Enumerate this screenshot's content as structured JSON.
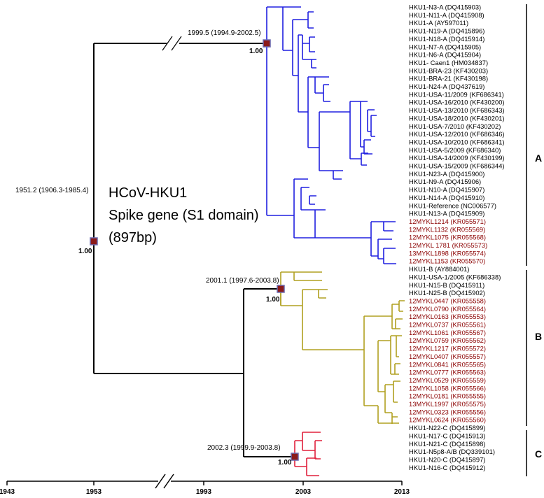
{
  "title": {
    "lines": [
      "HCoV-HKU1",
      "Spike gene (S1 domain)",
      "(897bp)"
    ]
  },
  "colors": {
    "cladeA": "#2020e0",
    "cladeB": "#b0a020",
    "cladeC": "#e0203c",
    "backbone": "#000000",
    "malaysian_label": "#8b0000",
    "node_marker": "#8b1a1a"
  },
  "node_dates": {
    "root": "1951.2 (1906.3-1985.4)",
    "cladeA": "1999.5 (1994.9-2002.5)",
    "cladeBC": "2001.1 (1997.6-2003.8)",
    "cladeC": "2002.3 (1999.9-2003.8)"
  },
  "posteriors": {
    "root": "1.00",
    "cladeA": "1.00",
    "cladeBC": "1.00",
    "cladeC": "1.00"
  },
  "clades": {
    "A": "A",
    "B": "B",
    "C": "C"
  },
  "axis": {
    "ticks": [
      "1943",
      "1953",
      "1993",
      "2003",
      "2013"
    ]
  },
  "tips": [
    {
      "label": "HKU1-N3-A (DQ415903)",
      "clade": "A",
      "mal": false
    },
    {
      "label": "HKU1-N11-A (DQ415908)",
      "clade": "A",
      "mal": false
    },
    {
      "label": "HKU1-A (AY597011)",
      "clade": "A",
      "mal": false
    },
    {
      "label": "HKU1-N19-A (DQ415896)",
      "clade": "A",
      "mal": false
    },
    {
      "label": "HKU1-N18-A (DQ415914)",
      "clade": "A",
      "mal": false
    },
    {
      "label": "HKU1-N7-A (DQ415905)",
      "clade": "A",
      "mal": false
    },
    {
      "label": "HKU1-N6-A (DQ415904)",
      "clade": "A",
      "mal": false
    },
    {
      "label": "HKU1- Caen1 (HM034837)",
      "clade": "A",
      "mal": false
    },
    {
      "label": "HKU1-BRA-23 (KF430203)",
      "clade": "A",
      "mal": false
    },
    {
      "label": "HKU1-BRA-21 (KF430198)",
      "clade": "A",
      "mal": false
    },
    {
      "label": "HKU1-N24-A (DQ437619)",
      "clade": "A",
      "mal": false
    },
    {
      "label": "HKU1-USA-11/2009 (KF686341)",
      "clade": "A",
      "mal": false
    },
    {
      "label": "HKU1-USA-16/2010 (KF430200)",
      "clade": "A",
      "mal": false
    },
    {
      "label": "HKU1-USA-13/2010 (KF686343)",
      "clade": "A",
      "mal": false
    },
    {
      "label": "HKU1-USA-18/2010 (KF430201)",
      "clade": "A",
      "mal": false
    },
    {
      "label": "HKU1-USA-7/2010 (KF430202)",
      "clade": "A",
      "mal": false
    },
    {
      "label": "HKU1-USA-12/2010 (KF686346)",
      "clade": "A",
      "mal": false
    },
    {
      "label": "HKU1-USA-10/2010 (KF686341)",
      "clade": "A",
      "mal": false
    },
    {
      "label": "HKU1-USA-5/2009 (KF686340)",
      "clade": "A",
      "mal": false
    },
    {
      "label": "HKU1-USA-14/2009 (KF430199)",
      "clade": "A",
      "mal": false
    },
    {
      "label": "HKU1-USA-15/2009 (KF686344)",
      "clade": "A",
      "mal": false
    },
    {
      "label": "HKU1-N23-A (DQ415900)",
      "clade": "A",
      "mal": false
    },
    {
      "label": "HKU1-N9-A (DQ415906)",
      "clade": "A",
      "mal": false
    },
    {
      "label": "HKU1-N10-A (DQ415907)",
      "clade": "A",
      "mal": false
    },
    {
      "label": "HKU1-N14-A (DQ415910)",
      "clade": "A",
      "mal": false
    },
    {
      "label": "HKU1-Reference (NC006577)",
      "clade": "A",
      "mal": false
    },
    {
      "label": "HKU1-N13-A (DQ415909)",
      "clade": "A",
      "mal": false
    },
    {
      "label": "12MYKL1214 (KR055571)",
      "clade": "A",
      "mal": true
    },
    {
      "label": "12MYKL1132 (KR055569)",
      "clade": "A",
      "mal": true
    },
    {
      "label": "12MYKL1075 (KR055568)",
      "clade": "A",
      "mal": true
    },
    {
      "label": "12MYKL 1781 (KR055573)",
      "clade": "A",
      "mal": true
    },
    {
      "label": "13MYKL1898 (KR055574)",
      "clade": "A",
      "mal": true
    },
    {
      "label": "12MYKL1153 (KR055570)",
      "clade": "A",
      "mal": true
    },
    {
      "label": "HKU1-B (AY884001)",
      "clade": "B",
      "mal": false
    },
    {
      "label": "HKU1-USA-1/2005 (KF686338)",
      "clade": "B",
      "mal": false
    },
    {
      "label": "HKU1-N15-B (DQ415911)",
      "clade": "B",
      "mal": false
    },
    {
      "label": "HKU1-N25-B (DQ415902)",
      "clade": "B",
      "mal": false
    },
    {
      "label": "12MYKL0447 (KR055558)",
      "clade": "B",
      "mal": true
    },
    {
      "label": "12MYKL0790 (KR055564)",
      "clade": "B",
      "mal": true
    },
    {
      "label": "12MYKL0163 (KR055553)",
      "clade": "B",
      "mal": true
    },
    {
      "label": "12MYKL0737 (KR055561)",
      "clade": "B",
      "mal": true
    },
    {
      "label": "12MYKL1061 (KR055567)",
      "clade": "B",
      "mal": true
    },
    {
      "label": "12MYKL0759 (KR055562)",
      "clade": "B",
      "mal": true
    },
    {
      "label": "12MYKL1217 (KR055572)",
      "clade": "B",
      "mal": true
    },
    {
      "label": "12MYKL0407 (KR055557)",
      "clade": "B",
      "mal": true
    },
    {
      "label": "12MYKL0841 (KR055565)",
      "clade": "B",
      "mal": true
    },
    {
      "label": "12MYKL0777 (KR055563)",
      "clade": "B",
      "mal": true
    },
    {
      "label": "12MYKL0529 (KR055559)",
      "clade": "B",
      "mal": true
    },
    {
      "label": "12MYKL1058 (KR055566)",
      "clade": "B",
      "mal": true
    },
    {
      "label": "12MYKL0181 (KR055555)",
      "clade": "B",
      "mal": true
    },
    {
      "label": "13MYKL1997 (KR055575)",
      "clade": "B",
      "mal": true
    },
    {
      "label": "12MYKL0323 (KR055556)",
      "clade": "B",
      "mal": true
    },
    {
      "label": "12MYKL0624 (KR055560)",
      "clade": "B",
      "mal": true
    },
    {
      "label": "HKU1-N22-C (DQ415899)",
      "clade": "C",
      "mal": false
    },
    {
      "label": "HKU1-N17-C (DQ415913)",
      "clade": "C",
      "mal": false
    },
    {
      "label": "HKU1-N21-C (DQ415898)",
      "clade": "C",
      "mal": false
    },
    {
      "label": "HKU1-N5p8-A/B (DQ339101)",
      "clade": "C",
      "mal": false
    },
    {
      "label": "HKU1-N20-C (DQ415897)",
      "clade": "C",
      "mal": false
    },
    {
      "label": "HKU1-N16-C (DQ415912)",
      "clade": "C",
      "mal": false
    }
  ]
}
